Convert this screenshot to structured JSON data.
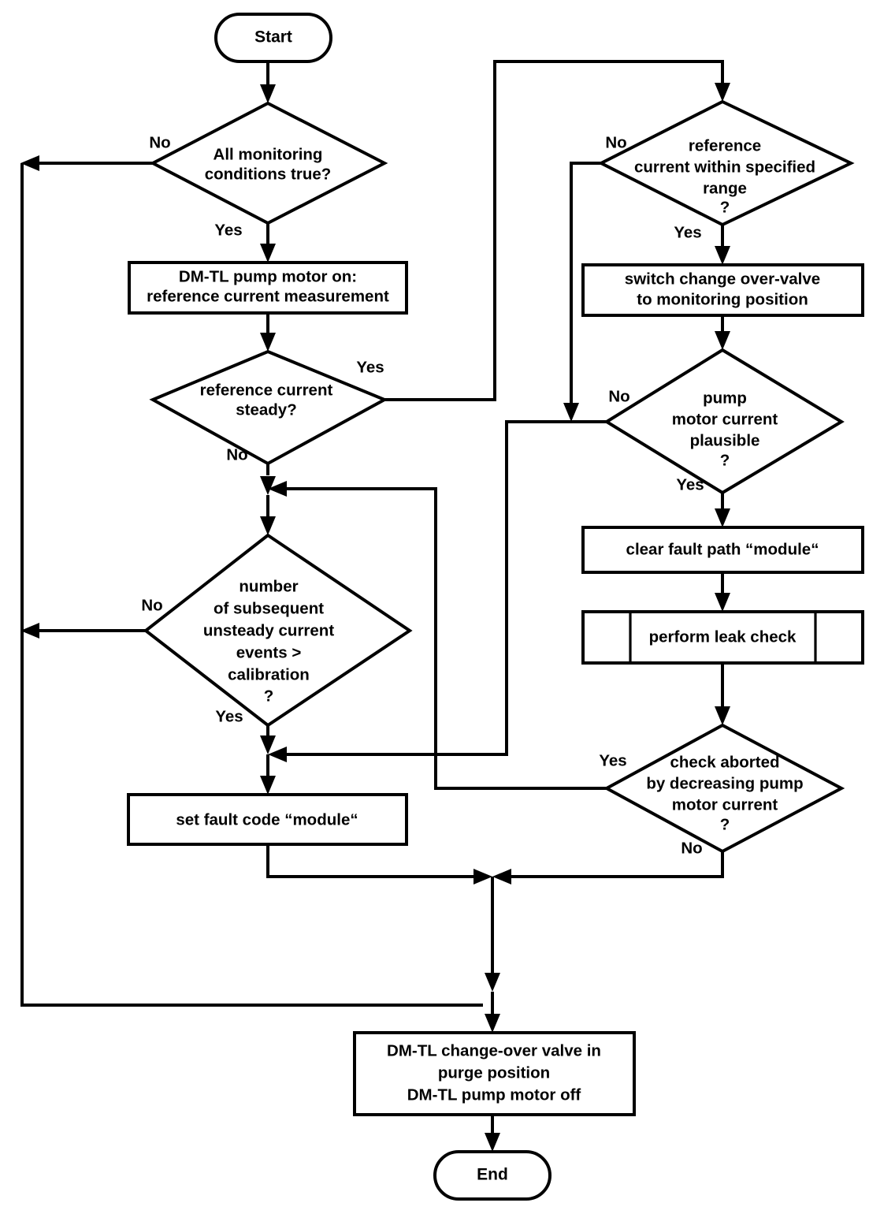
{
  "diagram": {
    "title": "DM-TL leak diagnosis flowchart",
    "type": "flowchart",
    "colors": {
      "background": "#ffffff",
      "stroke": "#000000",
      "text": "#000000"
    },
    "nodes": [
      {
        "id": "start",
        "shape": "terminator",
        "lines": [
          "Start"
        ]
      },
      {
        "id": "all-monitoring-conditions",
        "shape": "decision",
        "lines": [
          "All monitoring",
          "conditions true?"
        ]
      },
      {
        "id": "pump-motor-on",
        "shape": "process",
        "lines": [
          "DM-TL pump motor on:",
          "reference current measurement"
        ]
      },
      {
        "id": "reference-current-steady",
        "shape": "decision",
        "lines": [
          "reference current",
          "steady?"
        ]
      },
      {
        "id": "unsteady-events-count",
        "shape": "decision",
        "lines": [
          "number",
          "of subsequent",
          "unsteady current",
          "events >",
          "calibration",
          "?"
        ]
      },
      {
        "id": "set-fault-code",
        "shape": "process",
        "lines": [
          "set fault code “module“"
        ]
      },
      {
        "id": "reference-current-in-range",
        "shape": "decision",
        "lines": [
          "reference",
          "current within specified",
          "range",
          "?"
        ]
      },
      {
        "id": "switch-change-over-valve",
        "shape": "process",
        "lines": [
          "switch change over-valve",
          "to monitoring position"
        ]
      },
      {
        "id": "pump-motor-current-plausible",
        "shape": "decision",
        "lines": [
          "pump",
          "motor current",
          "plausible",
          "?"
        ]
      },
      {
        "id": "clear-fault-path",
        "shape": "process",
        "lines": [
          "clear fault path “module“"
        ]
      },
      {
        "id": "perform-leak-check",
        "shape": "predefined-process",
        "lines": [
          "perform leak check"
        ]
      },
      {
        "id": "check-aborted",
        "shape": "decision",
        "lines": [
          "check aborted",
          "by decreasing pump",
          "motor current",
          "?"
        ]
      },
      {
        "id": "valve-purge-motor-off",
        "shape": "process",
        "lines": [
          "DM-TL change-over valve in",
          "purge position",
          "DM-TL pump motor off"
        ]
      },
      {
        "id": "end",
        "shape": "terminator",
        "lines": [
          "End"
        ]
      }
    ],
    "edge_labels": {
      "all_monitoring_no": "No",
      "all_monitoring_yes": "Yes",
      "ref_steady_yes": "Yes",
      "ref_steady_no": "No",
      "events_no": "No",
      "events_yes": "Yes",
      "ref_range_no": "No",
      "ref_range_yes": "Yes",
      "plausible_no": "No",
      "plausible_yes": "Yes",
      "aborted_yes": "Yes",
      "aborted_no": "No"
    }
  }
}
